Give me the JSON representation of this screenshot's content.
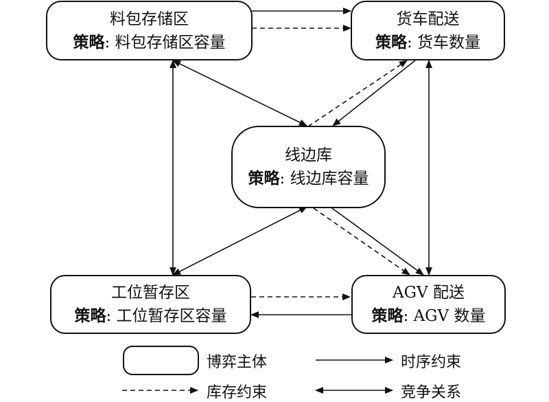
{
  "nodes": {
    "material_storage": {
      "title": "料包存储区",
      "strategy_label": "策略",
      "strategy_text": ": 料包存储区容量"
    },
    "truck_delivery": {
      "title": "货车配送",
      "strategy_label": "策略",
      "strategy_text": ": 货车数量"
    },
    "line_side": {
      "title": "线边库",
      "strategy_label": "策略",
      "strategy_text": ": 线边库容量"
    },
    "workstation_buffer": {
      "title": "工位暂存区",
      "strategy_label": "策略",
      "strategy_text": ": 工位暂存区容量"
    },
    "agv_delivery": {
      "title": "AGV 配送",
      "strategy_label": "策略",
      "strategy_text": ": AGV 数量"
    }
  },
  "legend": {
    "game_subject": "博弈主体",
    "temporal_constraint": "时序约束",
    "inventory_constraint": "库存约束",
    "competition": "竞争关系"
  },
  "colors": {
    "stroke": "#111111",
    "background": "#ffffff"
  }
}
